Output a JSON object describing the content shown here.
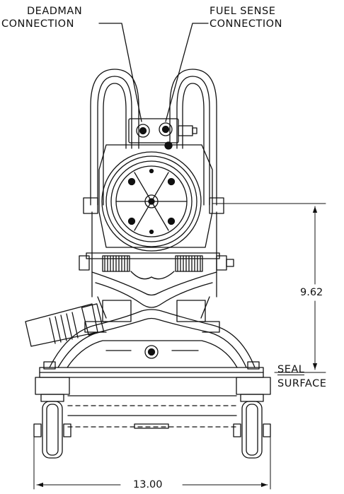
{
  "callouts": {
    "deadman_line1": "DEADMAN",
    "deadman_line2": "CONNECTION",
    "fuel_line1": "FUEL SENSE",
    "fuel_line2": "CONNECTION",
    "seal_line1": "SEAL",
    "seal_line2": "SURFACE"
  },
  "dimensions": {
    "height": "9.62",
    "width": "13.00"
  },
  "colors": {
    "line": "#111111",
    "background": "#ffffff"
  }
}
